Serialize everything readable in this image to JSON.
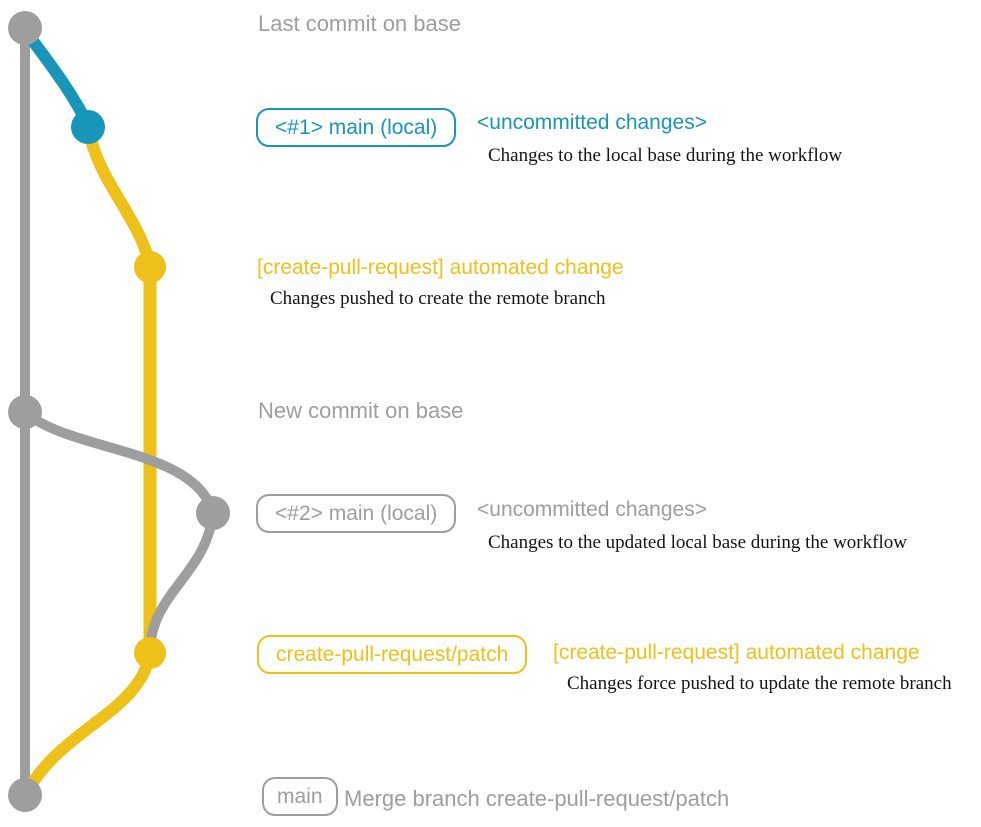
{
  "colors": {
    "gray": "#9e9e9e",
    "blue": "#1796b9",
    "yellow": "#eec01a",
    "ink": "#141414"
  },
  "captions": {
    "last_commit": "Last commit on base",
    "new_commit": "New commit on base"
  },
  "rows": {
    "row1": {
      "badge": "<#1> main (local)",
      "title": "<uncommitted changes>",
      "desc": "Changes to the local base during the workflow"
    },
    "row2": {
      "title": "[create-pull-request] automated change",
      "desc": "Changes pushed to create the remote branch"
    },
    "row3": {
      "badge": "<#2> main (local)",
      "title": "<uncommitted changes>",
      "desc": "Changes to the updated local base during the workflow"
    },
    "row4": {
      "badge": "create-pull-request/patch",
      "title": "[create-pull-request] automated change",
      "desc": "Changes force pushed to update the remote branch"
    },
    "row5": {
      "badge": "main",
      "text": "Merge branch create-pull-request/patch"
    }
  },
  "graph": {
    "branches": [
      {
        "name": "base",
        "color": "#9e9e9e"
      },
      {
        "name": "main (local)",
        "color": "#1796b9"
      },
      {
        "name": "create-pull-request/patch",
        "color": "#eec01a"
      }
    ],
    "commits": [
      {
        "label": "Last commit on base",
        "branch": "base"
      },
      {
        "label": "<#1> main (local) <uncommitted changes>",
        "branch": "main (local)"
      },
      {
        "label": "[create-pull-request] automated change",
        "branch": "create-pull-request/patch"
      },
      {
        "label": "New commit on base",
        "branch": "base"
      },
      {
        "label": "<#2> main (local) <uncommitted changes>",
        "branch": "main (local)"
      },
      {
        "label": "[create-pull-request] automated change",
        "branch": "create-pull-request/patch"
      },
      {
        "label": "Merge branch create-pull-request/patch",
        "branch": "base"
      }
    ]
  }
}
